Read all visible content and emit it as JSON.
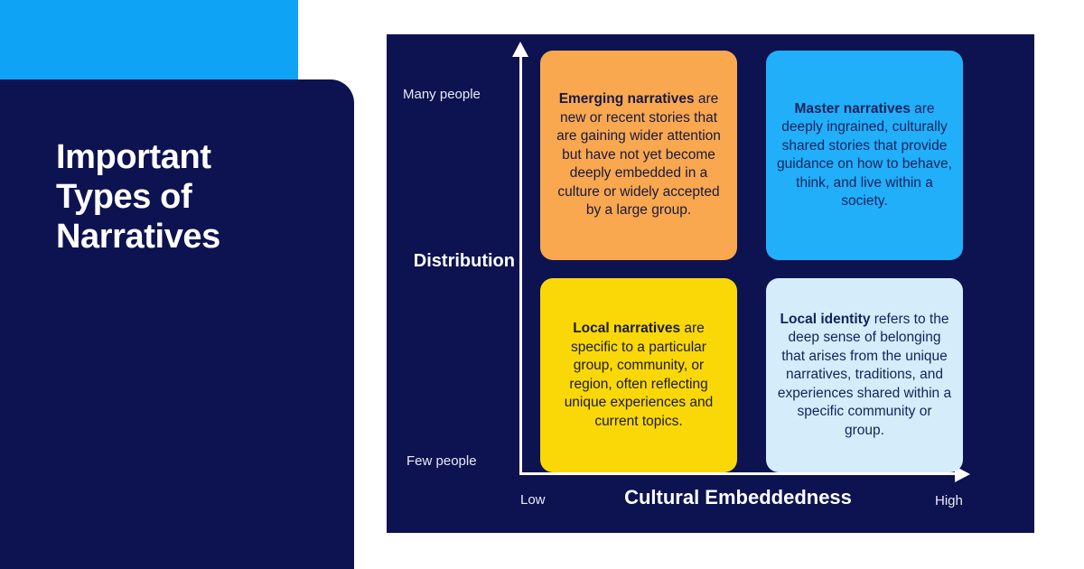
{
  "slide": {
    "background_color": "#ffffff",
    "accent_color": "#0fa3f5",
    "panel_color": "#0d1250"
  },
  "left": {
    "title_lines": [
      "Important",
      "Types of",
      "Narratives"
    ]
  },
  "chart_data": {
    "type": "table",
    "title": "Important Types of Narratives",
    "subtype": "2x2-quadrant-matrix",
    "xlabel": "Cultural Embeddedness",
    "ylabel": "Distribution",
    "x_ticks": [
      "Low",
      "High"
    ],
    "y_ticks": [
      "Few people",
      "Many people"
    ],
    "grid": false,
    "legend": "none",
    "quadrants": [
      {
        "position": "top-left",
        "x": "Low",
        "y": "Many people",
        "term": "Emerging narratives",
        "rest": " are new or recent stories that are gaining wider attention but have not yet become deeply embedded in a culture or widely accepted by a large group.",
        "fill_color": "#f9a84f",
        "text_color": "#17193f"
      },
      {
        "position": "top-right",
        "x": "High",
        "y": "Many people",
        "term": "Master narratives",
        "rest": " are deeply ingrained, culturally shared stories that provide guidance on how to behave, think, and live within a society.",
        "fill_color": "#22affa",
        "text_color": "#13235c"
      },
      {
        "position": "bottom-left",
        "x": "Low",
        "y": "Few people",
        "term": "Local narratives",
        "rest": " are specific to a particular group, community, or region, often reflecting unique experiences and current topics.",
        "fill_color": "#fad808",
        "text_color": "#1b1b1b"
      },
      {
        "position": "bottom-right",
        "x": "High",
        "y": "Few people",
        "term": "Local identity",
        "rest": " refers to the deep sense of belonging that arises from the unique narratives, traditions, and experiences shared within a specific community or group.",
        "fill_color": "#d5ecfa",
        "text_color": "#13235c"
      }
    ]
  }
}
